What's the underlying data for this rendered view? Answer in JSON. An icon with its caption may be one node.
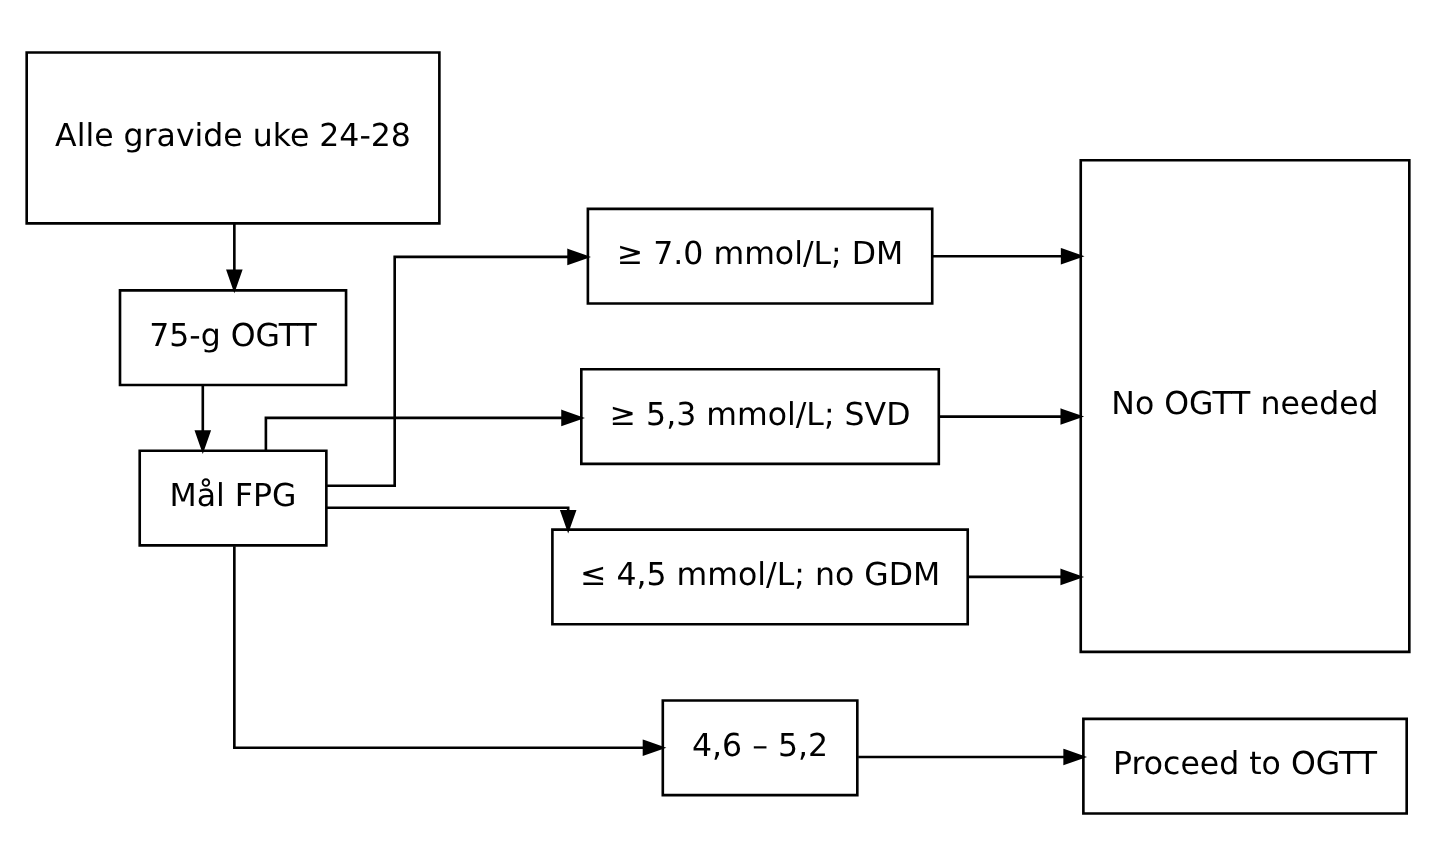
{
  "diagram": {
    "nodes": [
      {
        "text": [
          "Alle gravide uke 24-28"
        ]
      },
      {
        "text": [
          "75-g OGTT"
        ]
      },
      {
        "text": [
          "Mål FPG"
        ]
      },
      {
        "text": [
          "≥ 7.0 mmol/L; DM"
        ]
      },
      {
        "text": [
          "≥ 5,3 mmol/L; SVD"
        ]
      },
      {
        "text": [
          "4,6 – 5,2"
        ]
      },
      {
        "text": [
          "≤ 4,5 mmol/L; no GDM"
        ]
      },
      {
        "text": [
          "Proceed to OGTT"
        ]
      },
      {
        "text": [
          "No OGTT needed"
        ]
      }
    ],
    "edges": [
      {
        "from": 0,
        "to": 1,
        "arrow": "to"
      },
      {
        "from": 1,
        "to": 2,
        "arrow": "to"
      },
      {
        "from": 2,
        "to": 3,
        "arrow": "to"
      },
      {
        "from": 2,
        "to": 4,
        "arrow": "to"
      },
      {
        "from": 2,
        "to": 5,
        "arrow": "to"
      },
      {
        "from": 2,
        "to": 6,
        "arrow": "to"
      },
      {
        "from": 5,
        "to": 7,
        "arrow": "to"
      },
      {
        "from": 3,
        "to": 8,
        "arrow": "to"
      },
      {
        "from": 4,
        "to": 8,
        "arrow": "to"
      },
      {
        "from": 6,
        "to": 8,
        "arrow": "to"
      }
    ]
  }
}
